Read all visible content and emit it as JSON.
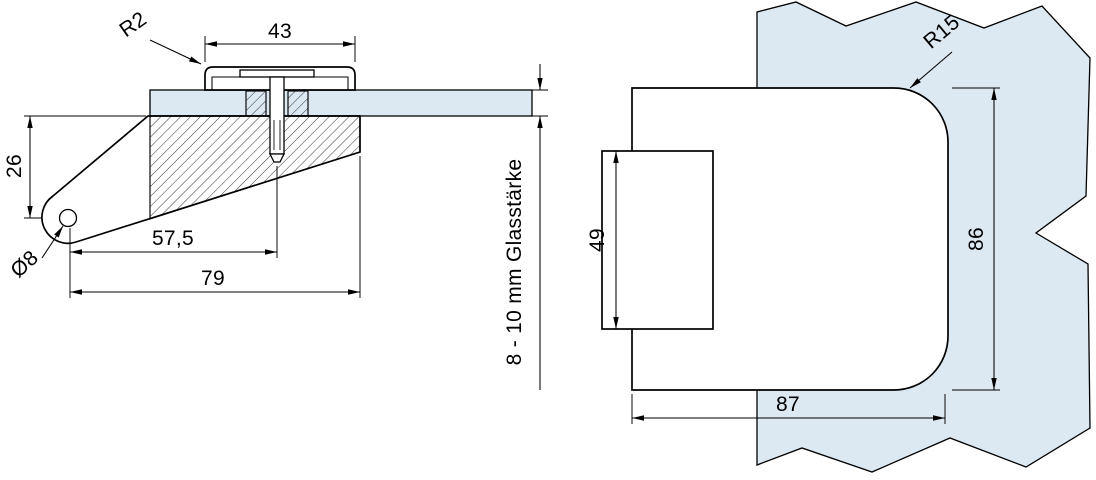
{
  "colors": {
    "glass": "#dce8f2",
    "line": "#000000",
    "background": "#ffffff"
  },
  "left_view": {
    "dim_top_width": "43",
    "label_top_radius": "R2",
    "dim_height_to_hinge": "26",
    "label_hinge_hole_diameter": "Ø8",
    "dim_hinge_to_screw": "57,5",
    "dim_hinge_to_edge": "79",
    "label_glass_thickness": "8 - 10 mm Glasstärke"
  },
  "right_view": {
    "label_corner_radius": "R15",
    "dim_backplate_height": "49",
    "dim_body_height": "86",
    "dim_body_width": "87"
  }
}
